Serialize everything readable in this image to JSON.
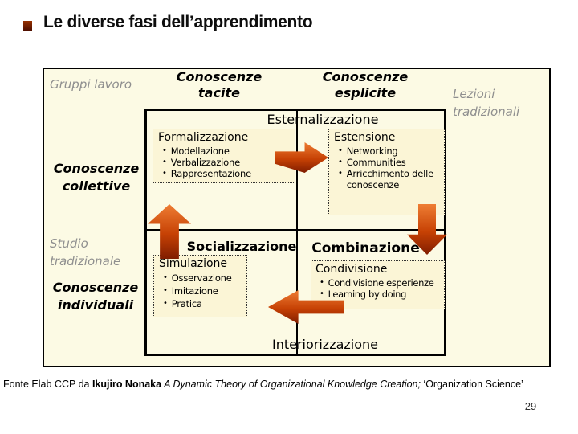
{
  "slide": {
    "title": "Le diverse fasi dell’apprendimento",
    "page_number": "29"
  },
  "footer": {
    "prefix": "Fonte Elab CCP da ",
    "author": "Ikujiro Nonaka",
    "work": " A Dynamic Theory of Organizational Knowledge Creation;",
    "journal": " ‘Organization Science’"
  },
  "diagram": {
    "outer_labels": {
      "gruppi_lavoro": "Gruppi lavoro",
      "conoscenze_tacite": "Conoscenze tacite",
      "conoscenze_esplicite": "Conoscenze esplicite",
      "lezioni_tradizionali": "Lezioni tradizionali",
      "conoscenze_collettive": "Conoscenze collettive",
      "studio_tradizionale": "Studio tradizionale",
      "conoscenze_individuali": "Conoscenze individuali"
    },
    "phases": {
      "esternalizzazione": "Esternalizzazione",
      "socializzazione": "Socializzazione",
      "combinazione": "Combinazione",
      "interiorizzazione": "Interiorizzazione"
    },
    "boxes": {
      "formalizzazione": {
        "title": "Formalizzazione",
        "items": [
          "Modellazione",
          "Verbalizzazione",
          "Rappresentazione"
        ]
      },
      "estensione": {
        "title": "Estensione",
        "items": [
          "Networking",
          "Communities",
          "Arricchimento delle conoscenze"
        ]
      },
      "simulazione": {
        "title": "Simulazione",
        "items": [
          "Osservazione",
          "Imitazione",
          "Pratica"
        ]
      },
      "condivisione": {
        "title": "Condivisione",
        "items": [
          "Condivisione esperienze",
          "Learning by doing"
        ]
      }
    },
    "colors": {
      "canvas_cream": "#fcfae4",
      "box_cream": "#fbf5d6",
      "arrow_orange": "#c64104",
      "arrow_dark": "#801d00",
      "shadow_gray": "#9a9a9a",
      "muted_label_gray": "#8f8f8f",
      "deco_red": "#6b1a00"
    }
  },
  "ui": {
    "bullet": "•"
  }
}
